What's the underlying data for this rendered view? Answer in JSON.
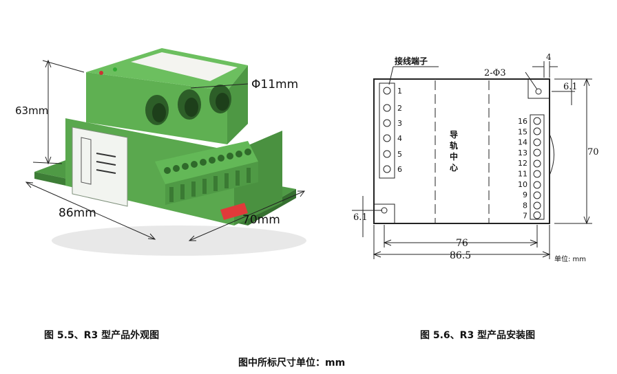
{
  "photo": {
    "dim_height": "63mm",
    "dim_length": "86mm",
    "dim_width": "70mm",
    "dim_hole": "Φ11mm"
  },
  "drawing": {
    "terminal_label": "接线端子",
    "rail_center_label": "导轨中心",
    "hole_note": "2-Φ3",
    "dim_top_right": "4",
    "dim_offset_top": "6.1",
    "dim_offset_bottom": "6.1",
    "dim_height": "70",
    "dim_inner": "76",
    "dim_total": "86.5",
    "units_note": "单位: mm",
    "left_terminals": [
      "1",
      "2",
      "3",
      "4",
      "5",
      "6"
    ],
    "right_terminals": [
      "16",
      "15",
      "14",
      "13",
      "12",
      "11",
      "10",
      "9",
      "8",
      "7"
    ]
  },
  "captions": {
    "left": "图 5.5、R3 型产品外观图",
    "right": "图 5.6、R3 型产品安装图",
    "units": "图中所标尺寸单位：mm"
  }
}
